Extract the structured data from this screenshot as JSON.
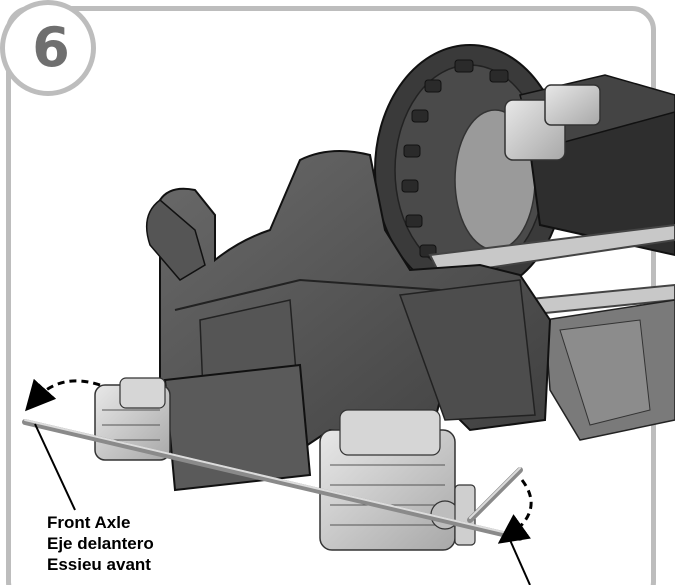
{
  "step": {
    "number": "6"
  },
  "callout": {
    "lines": [
      "Front Axle",
      "Eje delantero",
      "Essieu avant"
    ]
  },
  "colors": {
    "frame": "#bdbdbd",
    "step_number": "#6f6f6f",
    "caption": "#000000"
  },
  "icons": {
    "rotation_arrows": "dashed-curved-arrow-icon"
  }
}
